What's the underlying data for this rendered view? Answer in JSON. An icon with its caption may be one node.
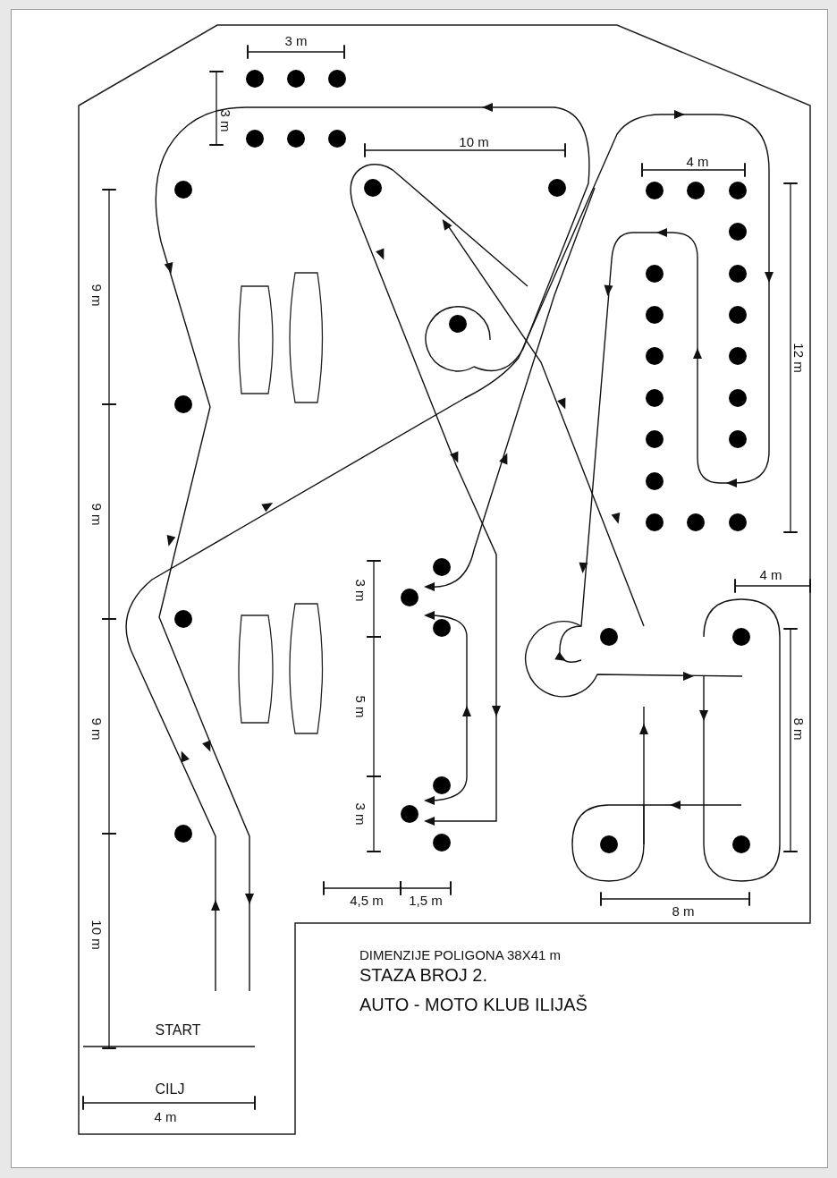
{
  "diagram": {
    "title": "STAZA BROJ 2.",
    "labels": [
      "3 m",
      "3 m",
      "10 m",
      "4 m",
      "9 m",
      "12 m",
      "9 m",
      "4 m",
      "3 m",
      "5 m",
      "3 m",
      "8 m",
      "9 m",
      "4,5 m",
      "1,5 m",
      "8 m",
      "10 m",
      "DIMENZIJE POLIGONA 38X41 m",
      "AUTO - MOTO KLUB ILIJAŠ",
      "START",
      "CILJ",
      "4 m"
    ]
  }
}
